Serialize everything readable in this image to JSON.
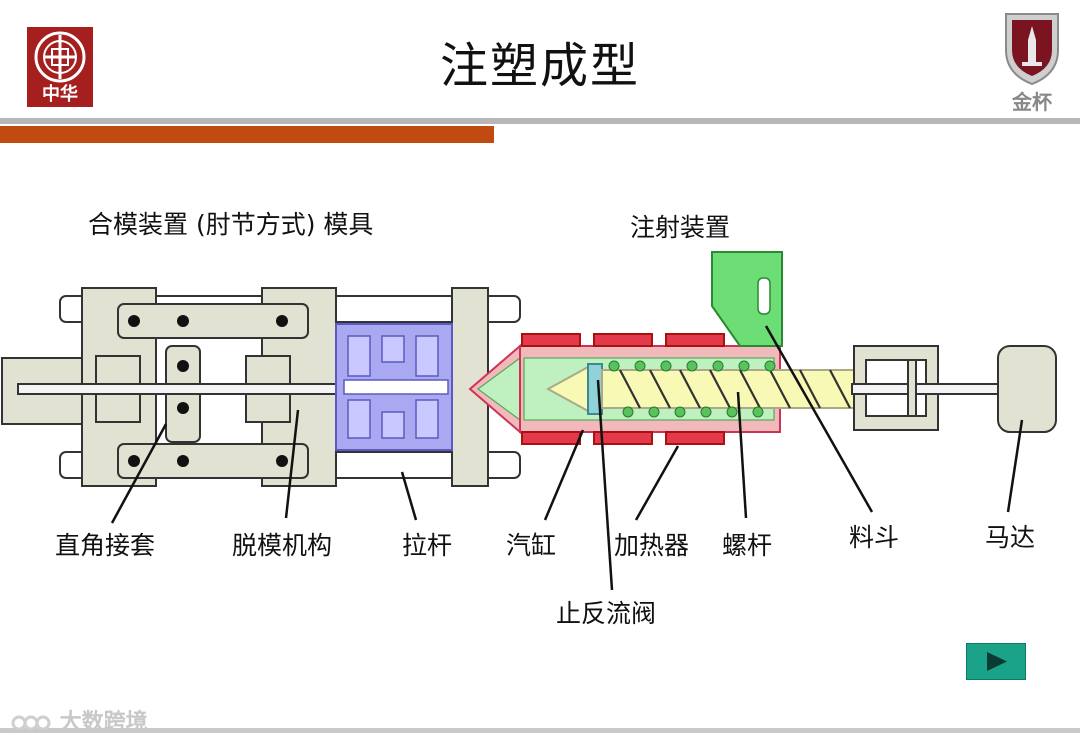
{
  "slide": {
    "title": "注塑成型",
    "logo_left_caption": "中华",
    "logo_right_caption": "金杯",
    "watermark": "大数跨境"
  },
  "colors": {
    "accent_bar": "#c04a10",
    "gray_bar": "#b7b7b7",
    "frame_fill": "#e2e2d2",
    "mold_fill": "#a9a8f0",
    "barrel_fill": "#f2b9bd",
    "heater_fill": "#e23a4b",
    "plastic_fill": "#bff0c0",
    "screw_fill": "#f9f9b6",
    "hopper_fill": "#6ddd76",
    "play_button": "#1aa389"
  },
  "diagram": {
    "header_clamp": "合模装置 (肘节方式) 模具",
    "header_injection": "注射装置",
    "labels": {
      "toggle": "直角接套",
      "ejector": "脱模机构",
      "tie_bar": "拉杆",
      "cylinder": "汽缸",
      "check_valve": "止反流阀",
      "heater": "加热器",
      "screw": "螺杆",
      "hopper": "料斗",
      "motor": "马达"
    }
  },
  "controls": {
    "play_icon": "play-icon"
  }
}
